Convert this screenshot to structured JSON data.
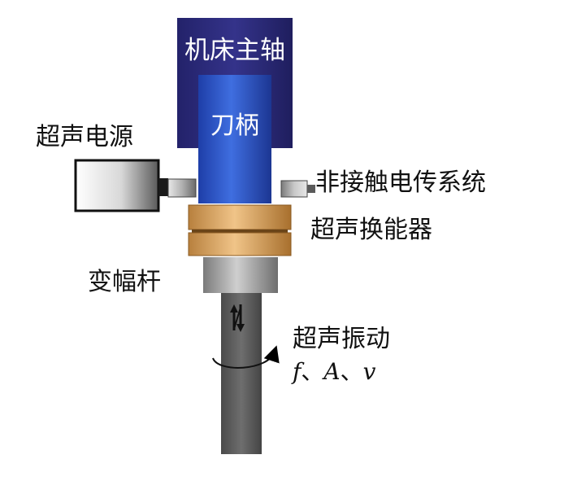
{
  "labels": {
    "spindle": "机床主轴",
    "tool_holder": "刀柄",
    "ultrasonic_power": "超声电源",
    "contactless_transmission": "非接触电传系统",
    "ultrasonic_transducer": "超声换能器",
    "horn": "变幅杆",
    "ultrasonic_vibration": "超声振动",
    "params_f": "f",
    "params_sep1": "、",
    "params_A": "A",
    "params_sep2": "、",
    "params_v": "v"
  },
  "colors": {
    "spindle_fill": "#2c2a74",
    "holder_fill": "#2f55c8",
    "flange_fill": "#d4a060",
    "horn_fill": "#8e8e8e",
    "tool_fill": "#5c5c5c",
    "label_white": "#ffffff",
    "label_black": "#111111"
  }
}
